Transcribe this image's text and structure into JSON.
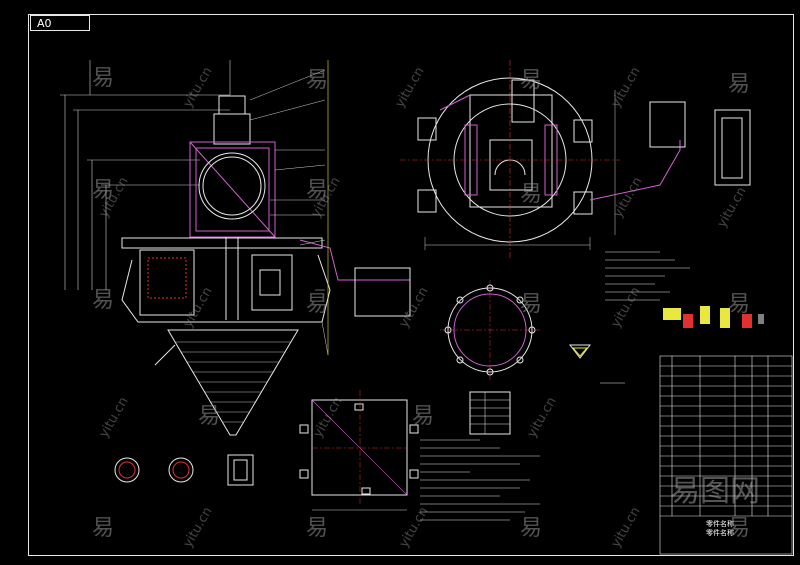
{
  "sheet": {
    "size_label": "A0"
  },
  "watermark": {
    "glyph": "易",
    "site": "yitu.cn",
    "brand": "易图网"
  },
  "colors": {
    "background": "#000000",
    "outline": "#e8e8e8",
    "magenta": "#d060d0",
    "yellow": "#e8e840",
    "red": "#e03030",
    "green": "#40c040",
    "cyan": "#40d0d0"
  },
  "title_block": {
    "rows": [
      "零件名称",
      "零件名称"
    ]
  }
}
